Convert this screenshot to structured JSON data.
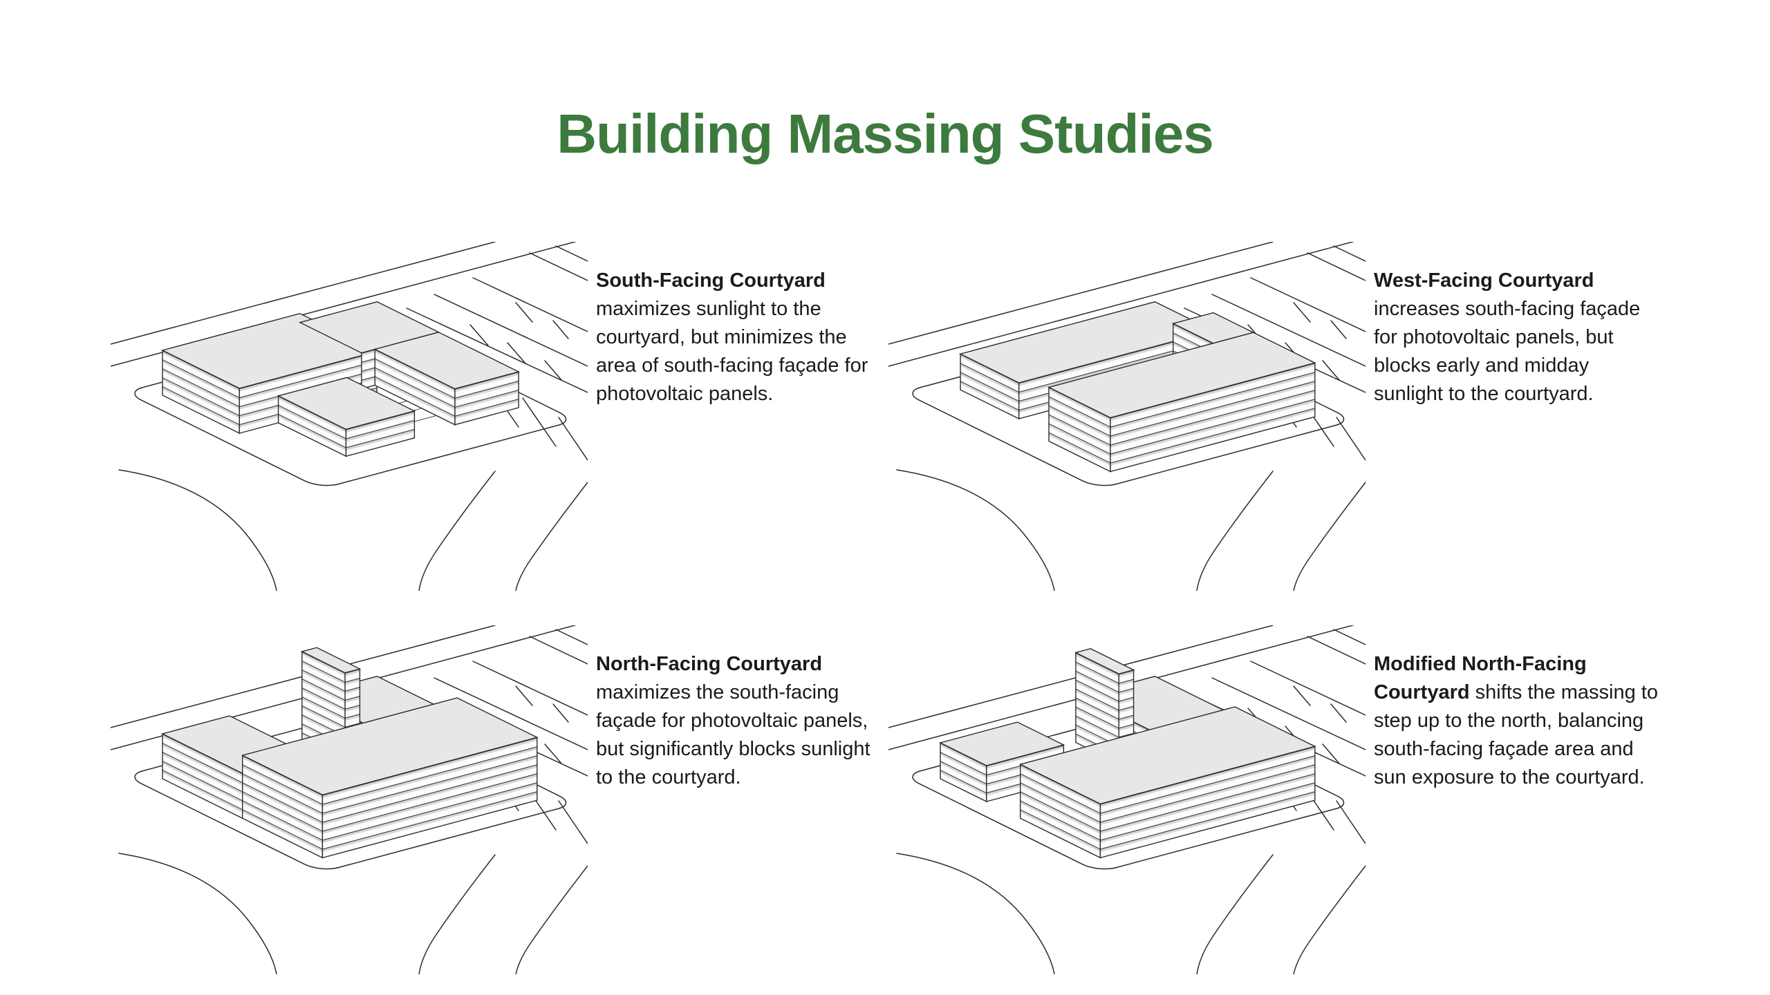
{
  "page_title": "Building Massing Studies",
  "theme": {
    "title_color": "#3d7a3e",
    "body_text_color": "#1a1a1a",
    "line_color": "#2b2b2b",
    "roof_fill": "#e7e7e7",
    "floor_band_fill": "#d7d7d7",
    "background": "#ffffff"
  },
  "studies": [
    {
      "id": "south-facing-courtyard",
      "title": "South-Facing Courtyard",
      "body": "maximizes sunlight to the courtyard, but minimizes the area of south-facing façade for photovoltaic panels."
    },
    {
      "id": "west-facing-courtyard",
      "title": "West-Facing Courtyard",
      "body": "increases south-facing façade for photovoltaic panels, but blocks early and midday sunlight to the courtyard."
    },
    {
      "id": "north-facing-courtyard",
      "title": "North-Facing Courtyard",
      "body": "maximizes the south-facing façade for photovoltaic panels, but significantly blocks sunlight to the courtyard."
    },
    {
      "id": "modified-north-facing-courtyard",
      "title": "Modified North-Facing Courtyard",
      "body": "shifts the massing to step up to the north, balancing south-facing façade area and sun exposure to the courtyard."
    }
  ]
}
